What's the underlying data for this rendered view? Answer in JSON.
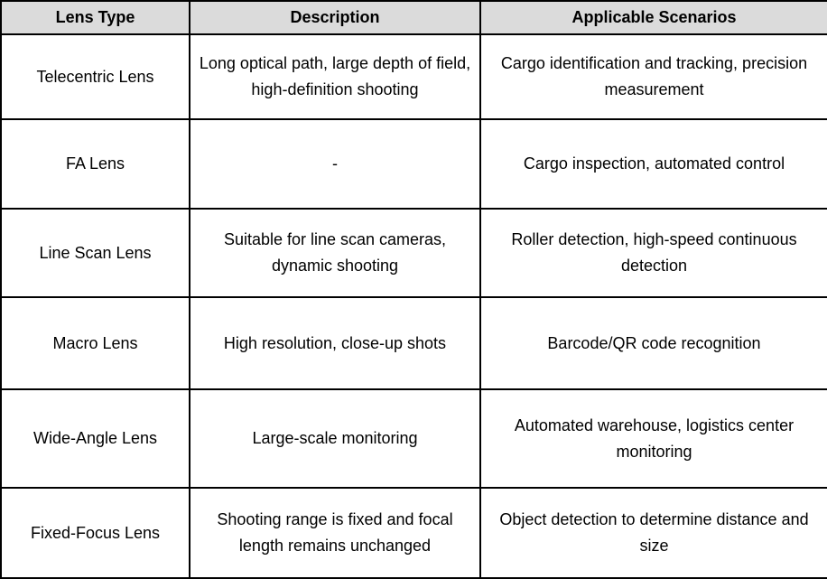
{
  "theme": {
    "header_bg": "#dbdbdb",
    "border_color": "#000000",
    "text_color": "#000000",
    "page_bg": "#ffffff"
  },
  "table": {
    "columns": [
      "Lens Type",
      "Description",
      "Applicable Scenarios"
    ],
    "rows": [
      {
        "lens_type": "Telecentric Lens",
        "description": "Long optical path, large depth of field, high-definition shooting",
        "scenarios": "Cargo identification and tracking, precision measurement"
      },
      {
        "lens_type": "FA Lens",
        "description": "-",
        "scenarios": "Cargo inspection, automated control"
      },
      {
        "lens_type": "Line Scan Lens",
        "description": "Suitable for line scan cameras, dynamic shooting",
        "scenarios": "Roller detection, high-speed continuous detection"
      },
      {
        "lens_type": "Macro Lens",
        "description": "High resolution, close-up shots",
        "scenarios": "Barcode/QR code recognition"
      },
      {
        "lens_type": "Wide-Angle Lens",
        "description": "Large-scale monitoring",
        "scenarios": "Automated warehouse, logistics center monitoring"
      },
      {
        "lens_type": "Fixed-Focus Lens",
        "description": "Shooting range is fixed and focal length remains unchanged",
        "scenarios": "Object detection to determine distance and size"
      }
    ]
  }
}
